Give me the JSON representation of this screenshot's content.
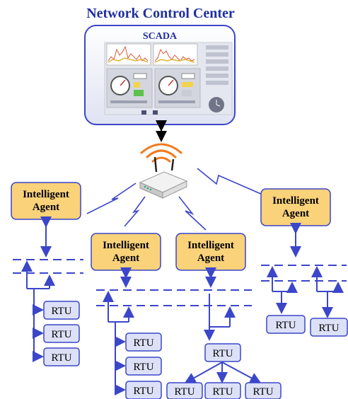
{
  "title": "Network Control Center",
  "scada_label": "SCADA",
  "agent_line1": "Intelligent",
  "agent_line2": "Agent",
  "rtu_label": "RTU",
  "colors": {
    "title": "#1f2fa0",
    "scada_border": "#3b46c9",
    "agent_fill": "#f9d27a",
    "agent_border": "#3b46c9",
    "rtu_fill": "#dde1f7",
    "lines": "#3b46c9",
    "wifi": "#f07a1e"
  },
  "icons": [
    "router-icon",
    "wifi-signal-icon",
    "lightning-link-icon"
  ]
}
